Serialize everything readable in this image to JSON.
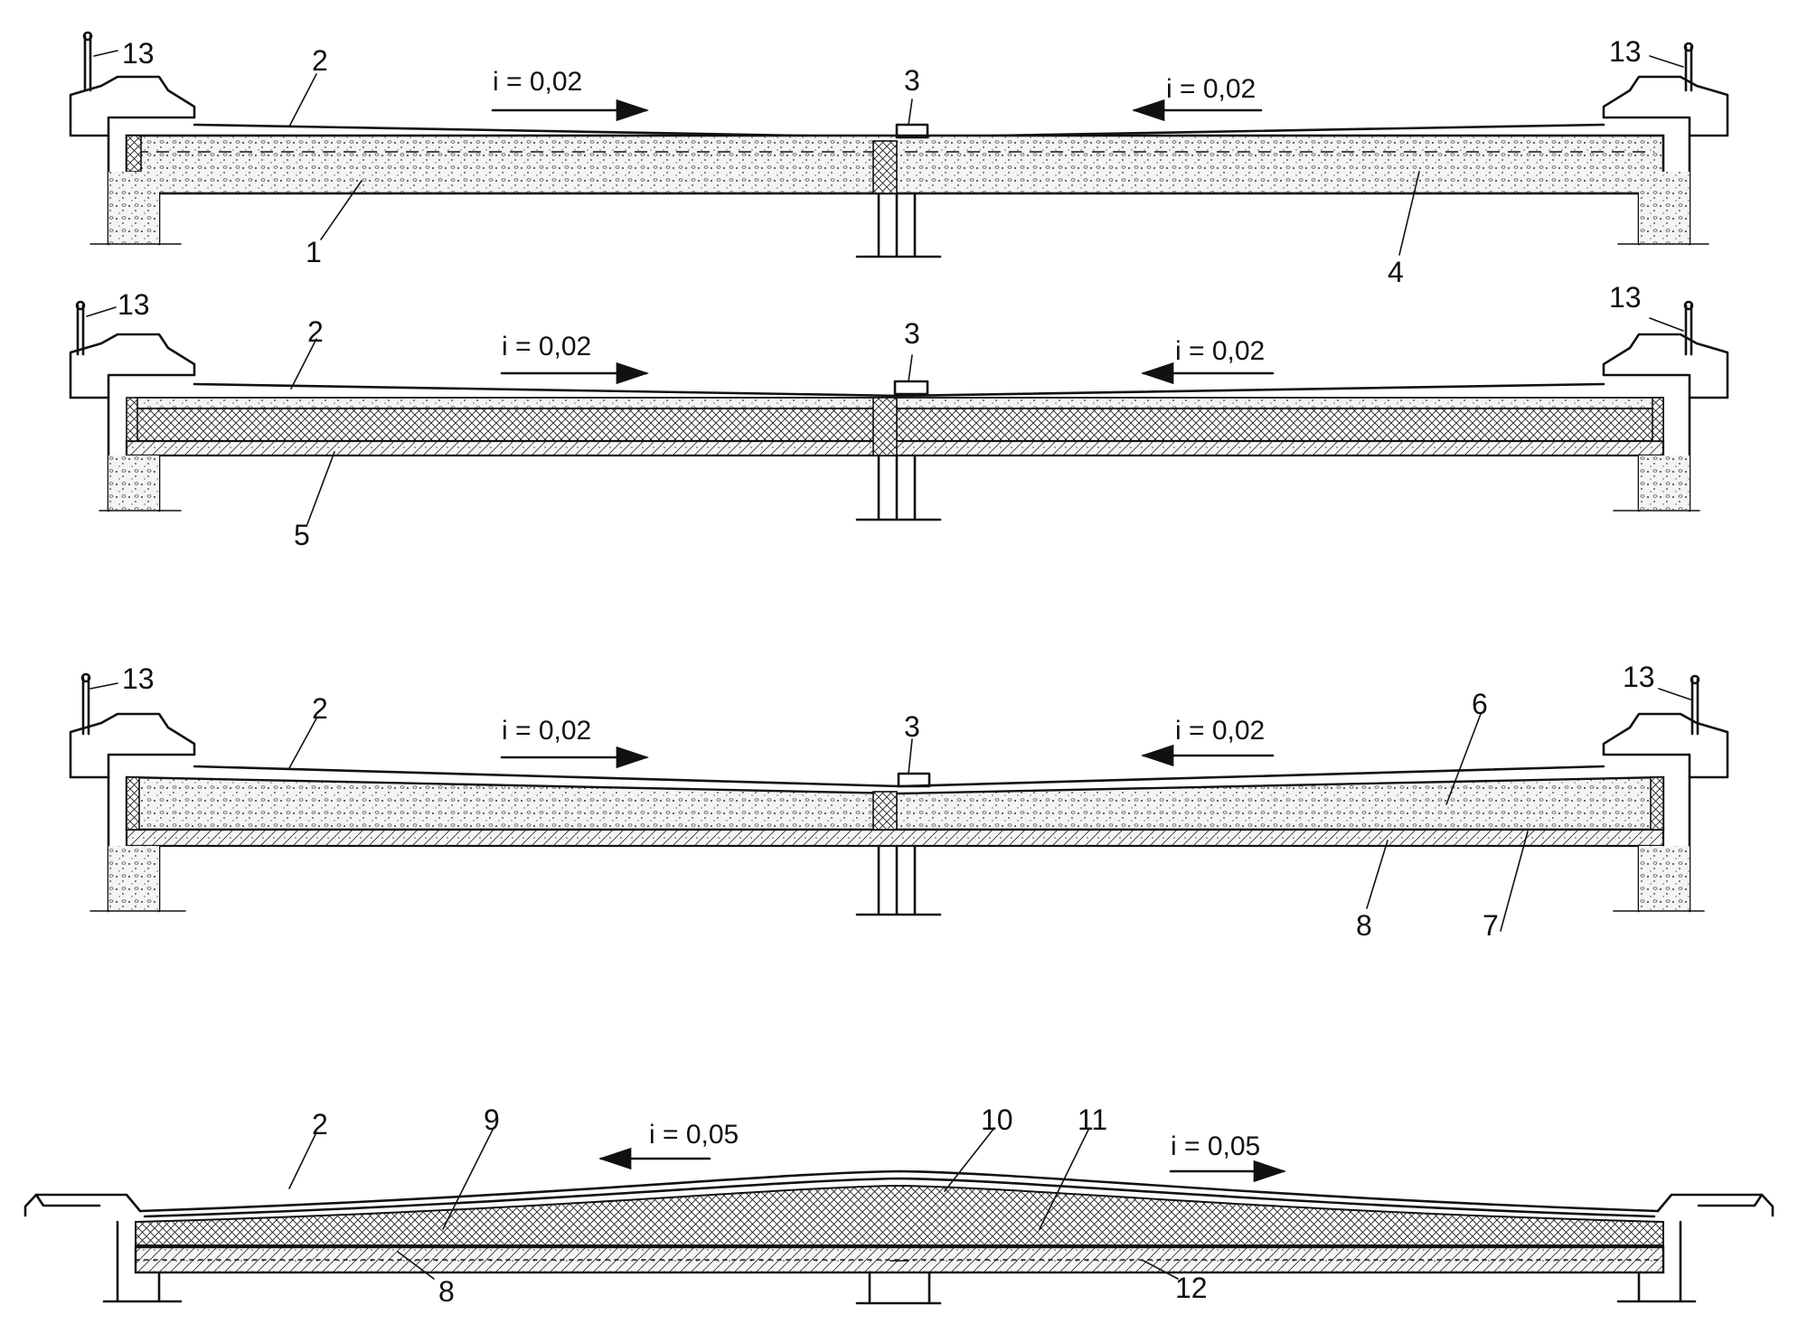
{
  "sections": [
    {
      "id": "section-1",
      "callouts": [
        "13",
        "2",
        "3",
        "13",
        "1",
        "4"
      ],
      "slopes": [
        "i = 0,02",
        "i = 0,02"
      ]
    },
    {
      "id": "section-2",
      "callouts": [
        "13",
        "2",
        "3",
        "13",
        "5"
      ],
      "slopes": [
        "i = 0,02",
        "i = 0,02"
      ]
    },
    {
      "id": "section-3",
      "callouts": [
        "13",
        "2",
        "3",
        "13",
        "6",
        "8",
        "7"
      ],
      "slopes": [
        "i = 0,02",
        "i = 0,02"
      ]
    },
    {
      "id": "section-4",
      "callouts": [
        "2",
        "9",
        "10",
        "11",
        "8",
        "12"
      ],
      "slopes": [
        "i = 0,05",
        "i = 0,05"
      ]
    }
  ],
  "colors": {
    "ink": "#111111",
    "paper": "#ffffff",
    "concrete": "#f1f1f1"
  }
}
